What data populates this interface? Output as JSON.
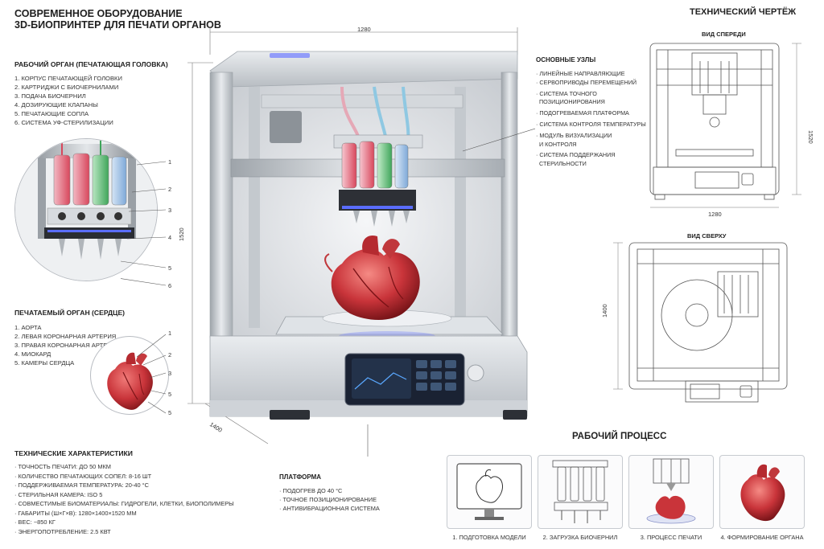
{
  "header": {
    "line1": "СОВРЕМЕННОЕ ОБОРУДОВАНИЕ",
    "line2": "3D-БИОПРИНТЕР ДЛЯ ПЕЧАТИ ОРГАНОВ"
  },
  "print_head": {
    "title": "РАБОЧИЙ ОРГАН (ПЕЧАТАЮЩАЯ ГОЛОВКА)",
    "items": [
      "1. КОРПУС ПЕЧАТАЮЩЕЙ ГОЛОВКИ",
      "2. КАРТРИДЖИ С БИОЧЕРНИЛАМИ",
      "3. ПОДАЧА БИОЧЕРНИЛ",
      "4. ДОЗИРУЮЩИЕ КЛАПАНЫ",
      "5. ПЕЧАТАЮЩИЕ СОПЛА",
      "6. СИСТЕМА УФ-СТЕРИЛИЗАЦИИ"
    ],
    "callouts": [
      "1",
      "2",
      "3",
      "4",
      "5",
      "6"
    ]
  },
  "printed_organ": {
    "title": "ПЕЧАТАЕМЫЙ ОРГАН (СЕРДЦЕ)",
    "items": [
      "1. АОРТА",
      "2. ЛЕВАЯ КОРОНАРНАЯ АРТЕРИЯ",
      "3. ПРАВАЯ КОРОНАРНАЯ АРТЕРИЯ",
      "4. МИОКАРД",
      "5. КАМЕРЫ СЕРДЦА"
    ],
    "callouts": [
      "1",
      "2",
      "3",
      "5",
      "5"
    ]
  },
  "specs": {
    "title": "ТЕХНИЧЕСКИЕ ХАРАКТЕРИСТИКИ",
    "items": [
      "· ТОЧНОСТЬ ПЕЧАТИ: ДО 50 МКМ",
      "· КОЛИЧЕСТВО ПЕЧАТАЮЩИХ СОПЕЛ: 8-16 ШТ",
      "· ПОДДЕРЖИВАЕМАЯ ТЕМПЕРАТУРА: 20-40 °С",
      "· СТЕРИЛЬНАЯ КАМЕРА: ISO 5",
      "· СОВМЕСТИМЫЕ БИОМАТЕРИАЛЫ: ГИДРОГЕЛИ, КЛЕТКИ, БИОПОЛИМЕРЫ",
      "· ГАБАРИТЫ (Ш×Г×В): 1280×1400×1520 ММ",
      "· ВЕС: ~850 КГ",
      "· ЭНЕРГОПОТРЕБЛЕНИЕ: 2.5 КВТ"
    ]
  },
  "main_units": {
    "title": "ОСНОВНЫЕ УЗЛЫ",
    "items": [
      "· ЛИНЕЙНЫЕ НАПРАВЛЯЮЩИЕ",
      "· СЕРВОПРИВОДЫ ПЕРЕМЕЩЕНИЙ",
      "· СИСТЕМА ТОЧНОГО",
      "  ПОЗИЦИОНИРОВАНИЯ",
      "· ПОДОГРЕВАЕМАЯ ПЛАТФОРМА",
      "· СИСТЕМА КОНТРОЛЯ ТЕМПЕРАТУРЫ",
      "· МОДУЛЬ ВИЗУАЛИЗАЦИИ",
      "  И КОНТРОЛЯ",
      "· СИСТЕМА ПОДДЕРЖАНИЯ",
      "  СТЕРИЛЬНОСТИ"
    ]
  },
  "platform": {
    "title": "ПЛАТФОРМА",
    "items": [
      "· ПОДОГРЕВ ДО 40 °С",
      "· ТОЧНОЕ ПОЗИЦИОНИРОВАНИЕ",
      "· АНТИВИБРАЦИОННАЯ СИСТЕМА"
    ]
  },
  "dimensions": {
    "width": "1280",
    "height": "1520",
    "depth": "1400"
  },
  "drawing": {
    "title": "ТЕХНИЧЕСКИЙ ЧЕРТЁЖ",
    "front_view": "ВИД СПЕРЕДИ",
    "top_view": "ВИД СВЕРХУ",
    "front_width": "1280",
    "front_height": "1520",
    "top_depth": "1400"
  },
  "process": {
    "title": "РАБОЧИЙ ПРОЦЕСС",
    "steps": [
      "1. ПОДГОТОВКА МОДЕЛИ",
      "2. ЗАГРУЗКА БИОЧЕРНИЛ",
      "3. ПРОЦЕСС ПЕЧАТИ",
      "4. ФОРМИРОВАНИЕ ОРГАНА"
    ]
  },
  "colors": {
    "bioink_red": "#d8475c",
    "bioink_green": "#3fa55a",
    "bioink_blue": "#7ea9d8",
    "heart": "#c9343a",
    "uv_glow": "#5a6dff",
    "frame": "#b9bec4",
    "screen": "#23324a"
  }
}
